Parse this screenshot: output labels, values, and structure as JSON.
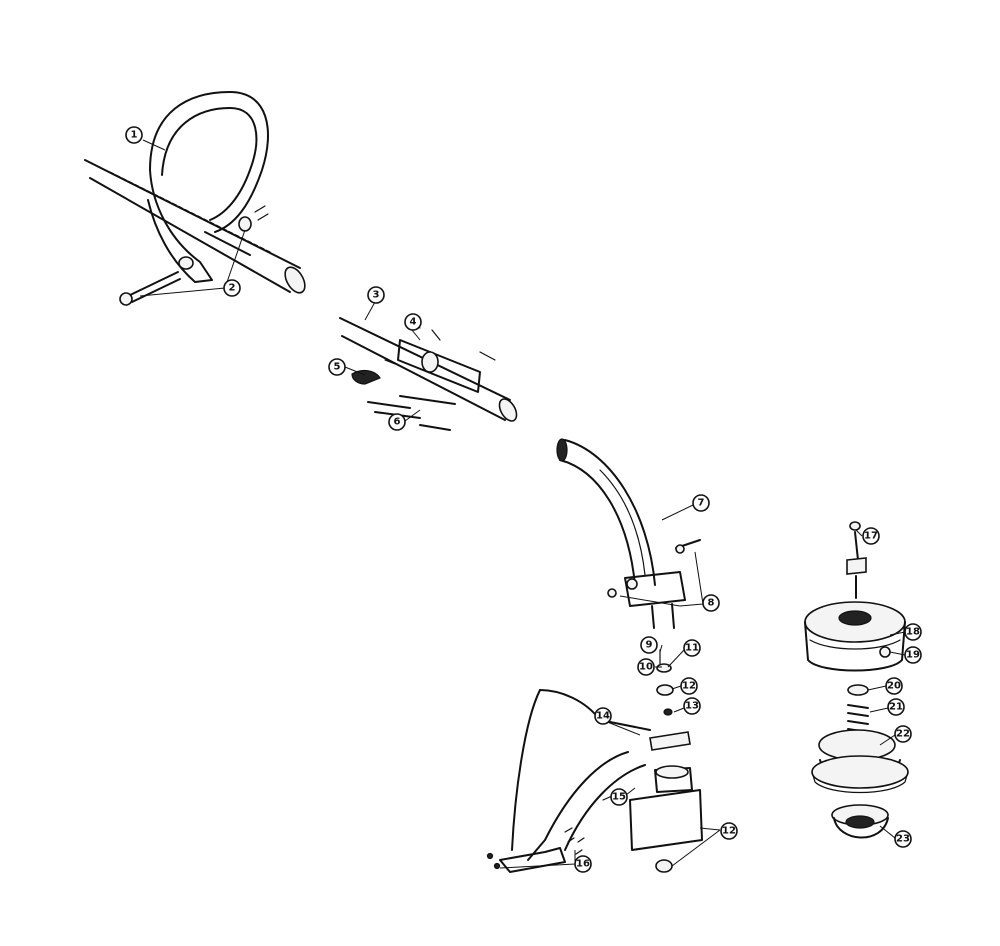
{
  "callouts": [
    {
      "id": "1",
      "label": "1"
    },
    {
      "id": "2",
      "label": "2"
    },
    {
      "id": "3",
      "label": "3"
    },
    {
      "id": "4",
      "label": "4"
    },
    {
      "id": "5",
      "label": "5"
    },
    {
      "id": "6",
      "label": "6"
    },
    {
      "id": "7",
      "label": "7"
    },
    {
      "id": "8",
      "label": "8"
    },
    {
      "id": "9",
      "label": "9"
    },
    {
      "id": "10",
      "label": "10"
    },
    {
      "id": "11",
      "label": "11"
    },
    {
      "id": "12a",
      "label": "12"
    },
    {
      "id": "13",
      "label": "13"
    },
    {
      "id": "14",
      "label": "14"
    },
    {
      "id": "15",
      "label": "15"
    },
    {
      "id": "16",
      "label": "16"
    },
    {
      "id": "12b",
      "label": "12"
    },
    {
      "id": "17",
      "label": "17"
    },
    {
      "id": "18",
      "label": "18"
    },
    {
      "id": "19",
      "label": "19"
    },
    {
      "id": "20",
      "label": "20"
    },
    {
      "id": "21",
      "label": "21"
    },
    {
      "id": "22",
      "label": "22"
    },
    {
      "id": "23",
      "label": "23"
    }
  ]
}
